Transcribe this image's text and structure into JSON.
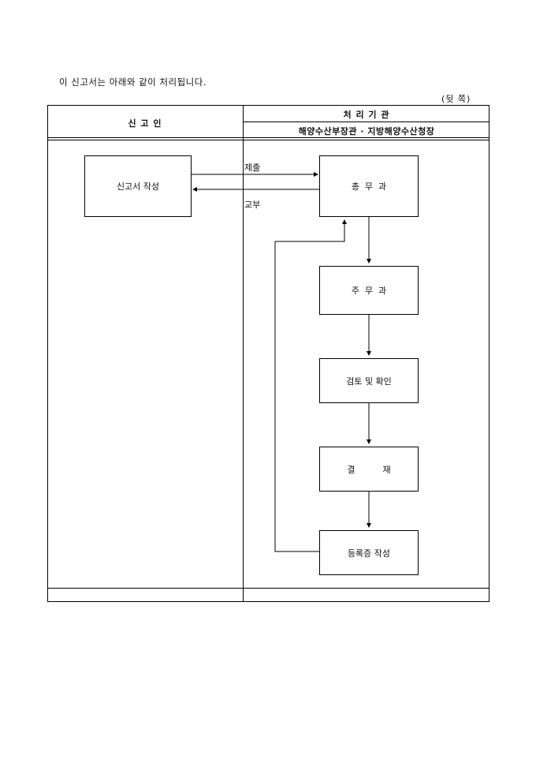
{
  "intro_text": "이 신고서는 아래와 같이 처리됩니다.",
  "side_note": "(뒷  쪽)",
  "table": {
    "left_header": "신  고  인",
    "right_header_top": "처 리 기 관",
    "right_header_bottom": "해양수산부장관 · 지방해양수산청장"
  },
  "flow": {
    "applicant_box": "신고서 작성",
    "submit_label": "제출",
    "return_label": "교부",
    "steps": [
      "총  무  과",
      "주  무  과",
      "검토 및 확인",
      "결          재",
      "등록증 작성"
    ]
  }
}
